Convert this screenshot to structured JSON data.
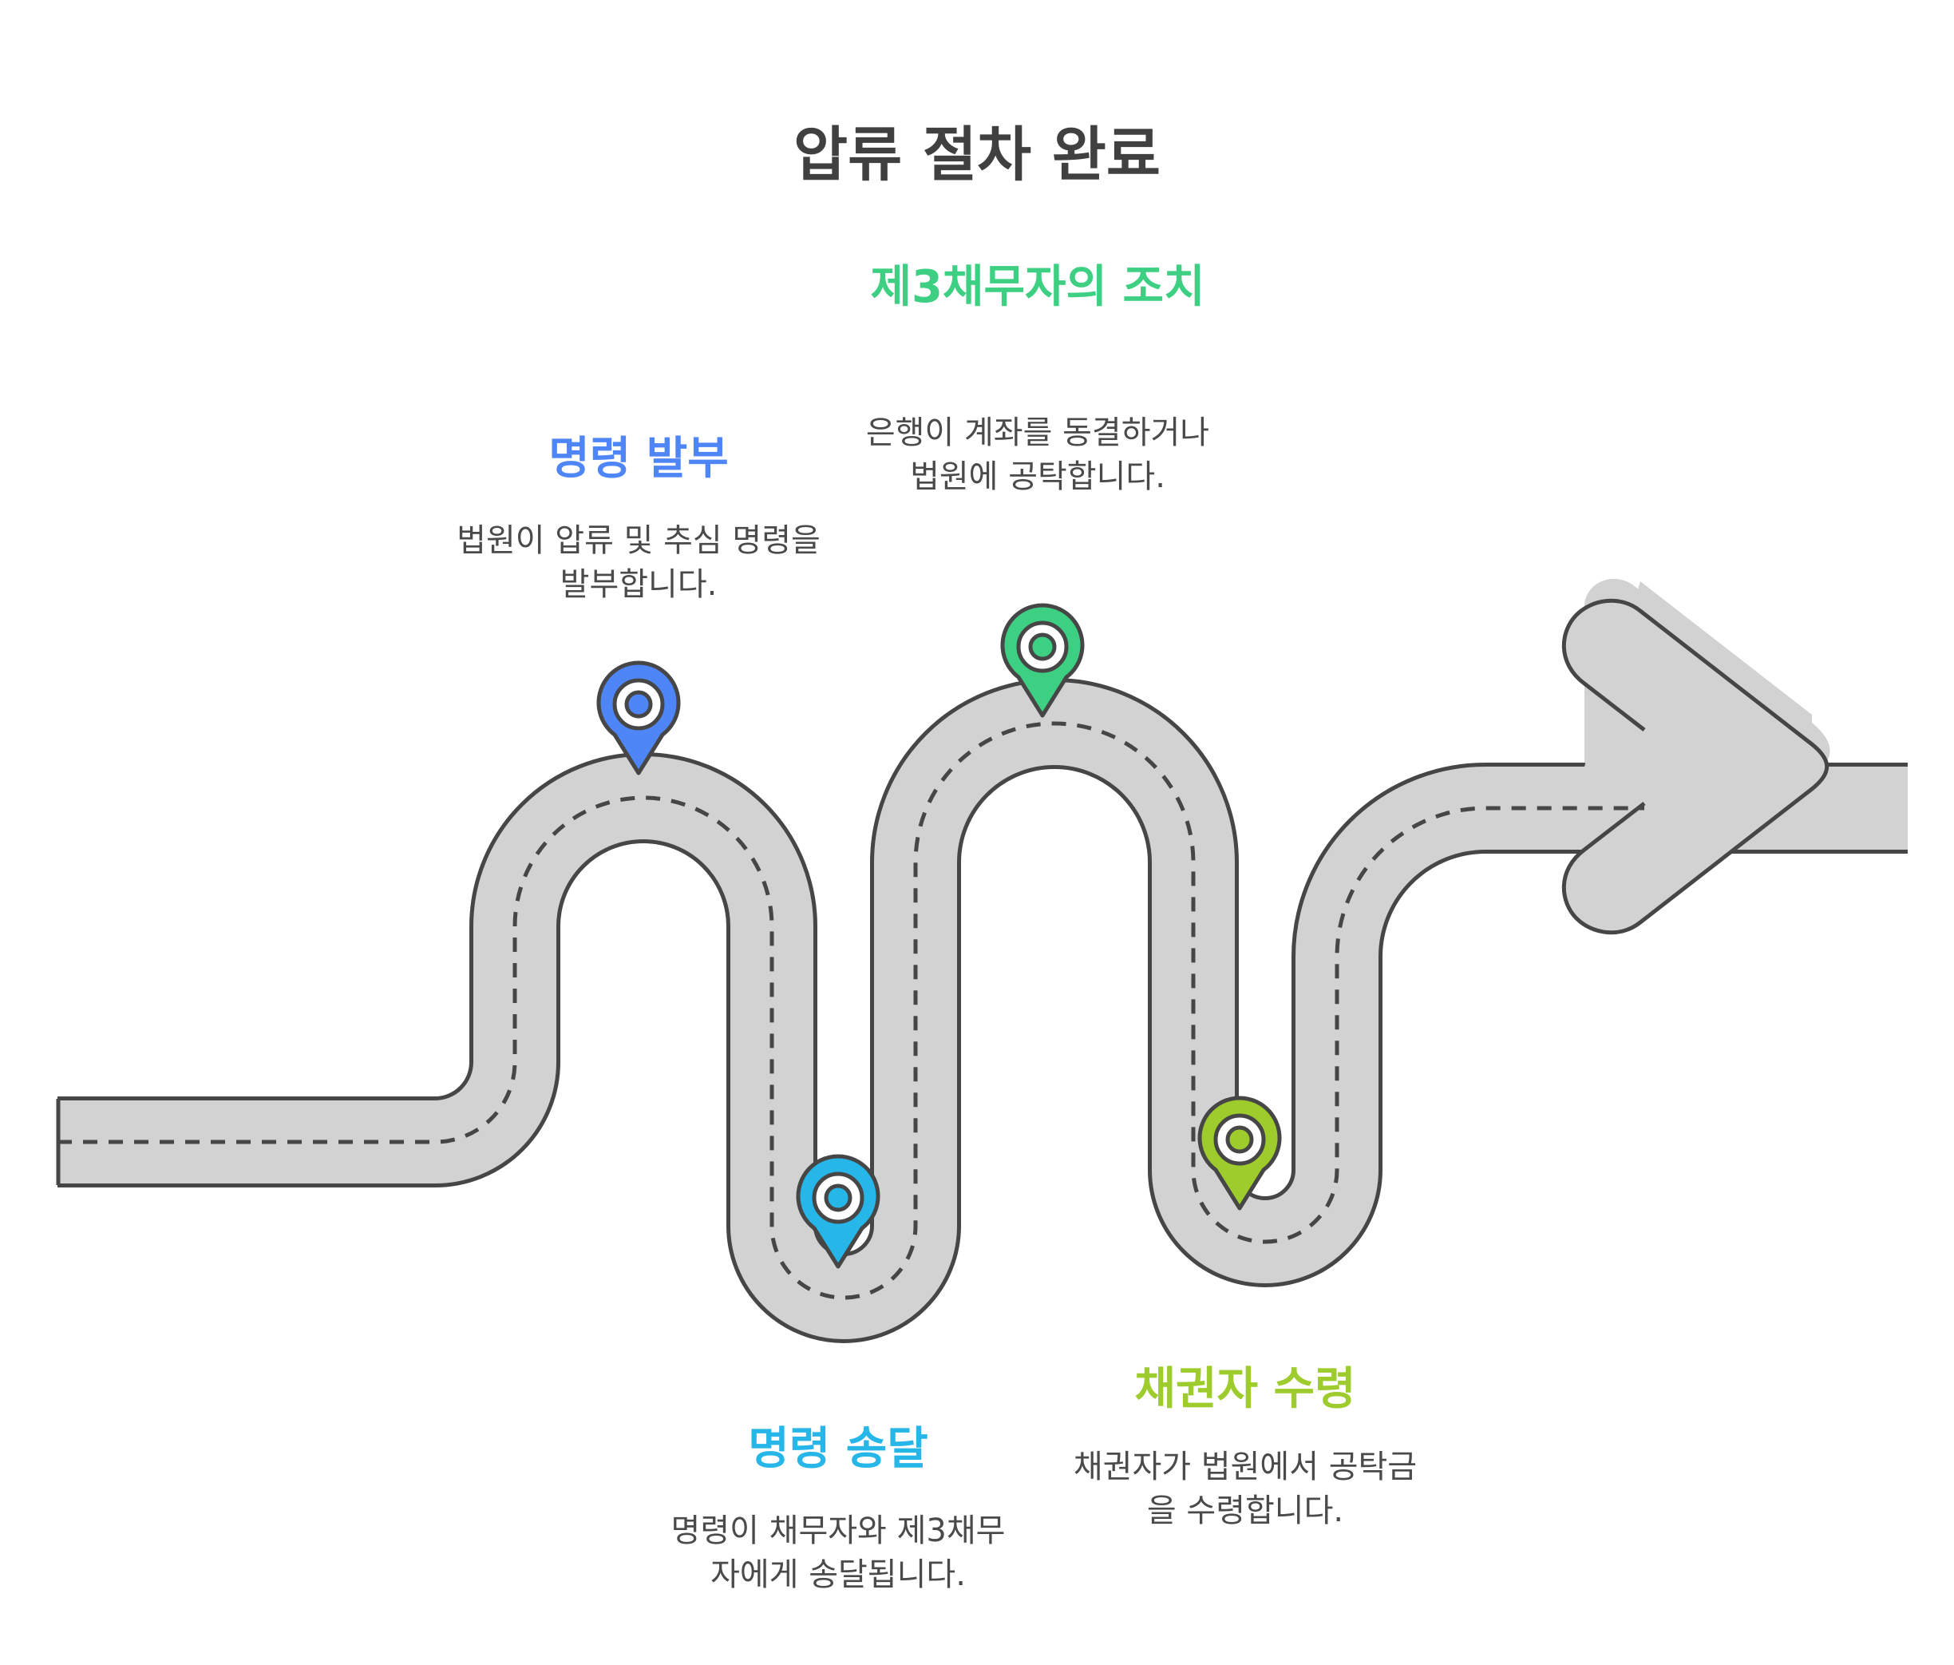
{
  "title": "압류 절차 완료",
  "colors": {
    "road_fill": "#d2d2d2",
    "road_stroke": "#464646",
    "step1": "#4f86f7",
    "step2": "#3dcf82",
    "step3": "#26b6e8",
    "step4": "#9dcc2c"
  },
  "steps": [
    {
      "title": "명령 발부",
      "description": "법원이 압류 및 추심 명령을 발부합니다.",
      "color": "#4f86f7",
      "icon": "location-pin-icon"
    },
    {
      "title": "제3채무자의 조치",
      "description": "은행이 계좌를 동결하거나 법원에 공탁합니다.",
      "color": "#3dcf82",
      "icon": "location-pin-icon"
    },
    {
      "title": "명령 송달",
      "description": "명령이 채무자와 제3채무자에게 송달됩니다.",
      "color": "#26b6e8",
      "icon": "location-pin-icon"
    },
    {
      "title": "채권자 수령",
      "description": "채권자가 법원에서 공탁금을 수령합니다.",
      "color": "#9dcc2c",
      "icon": "location-pin-icon"
    }
  ]
}
